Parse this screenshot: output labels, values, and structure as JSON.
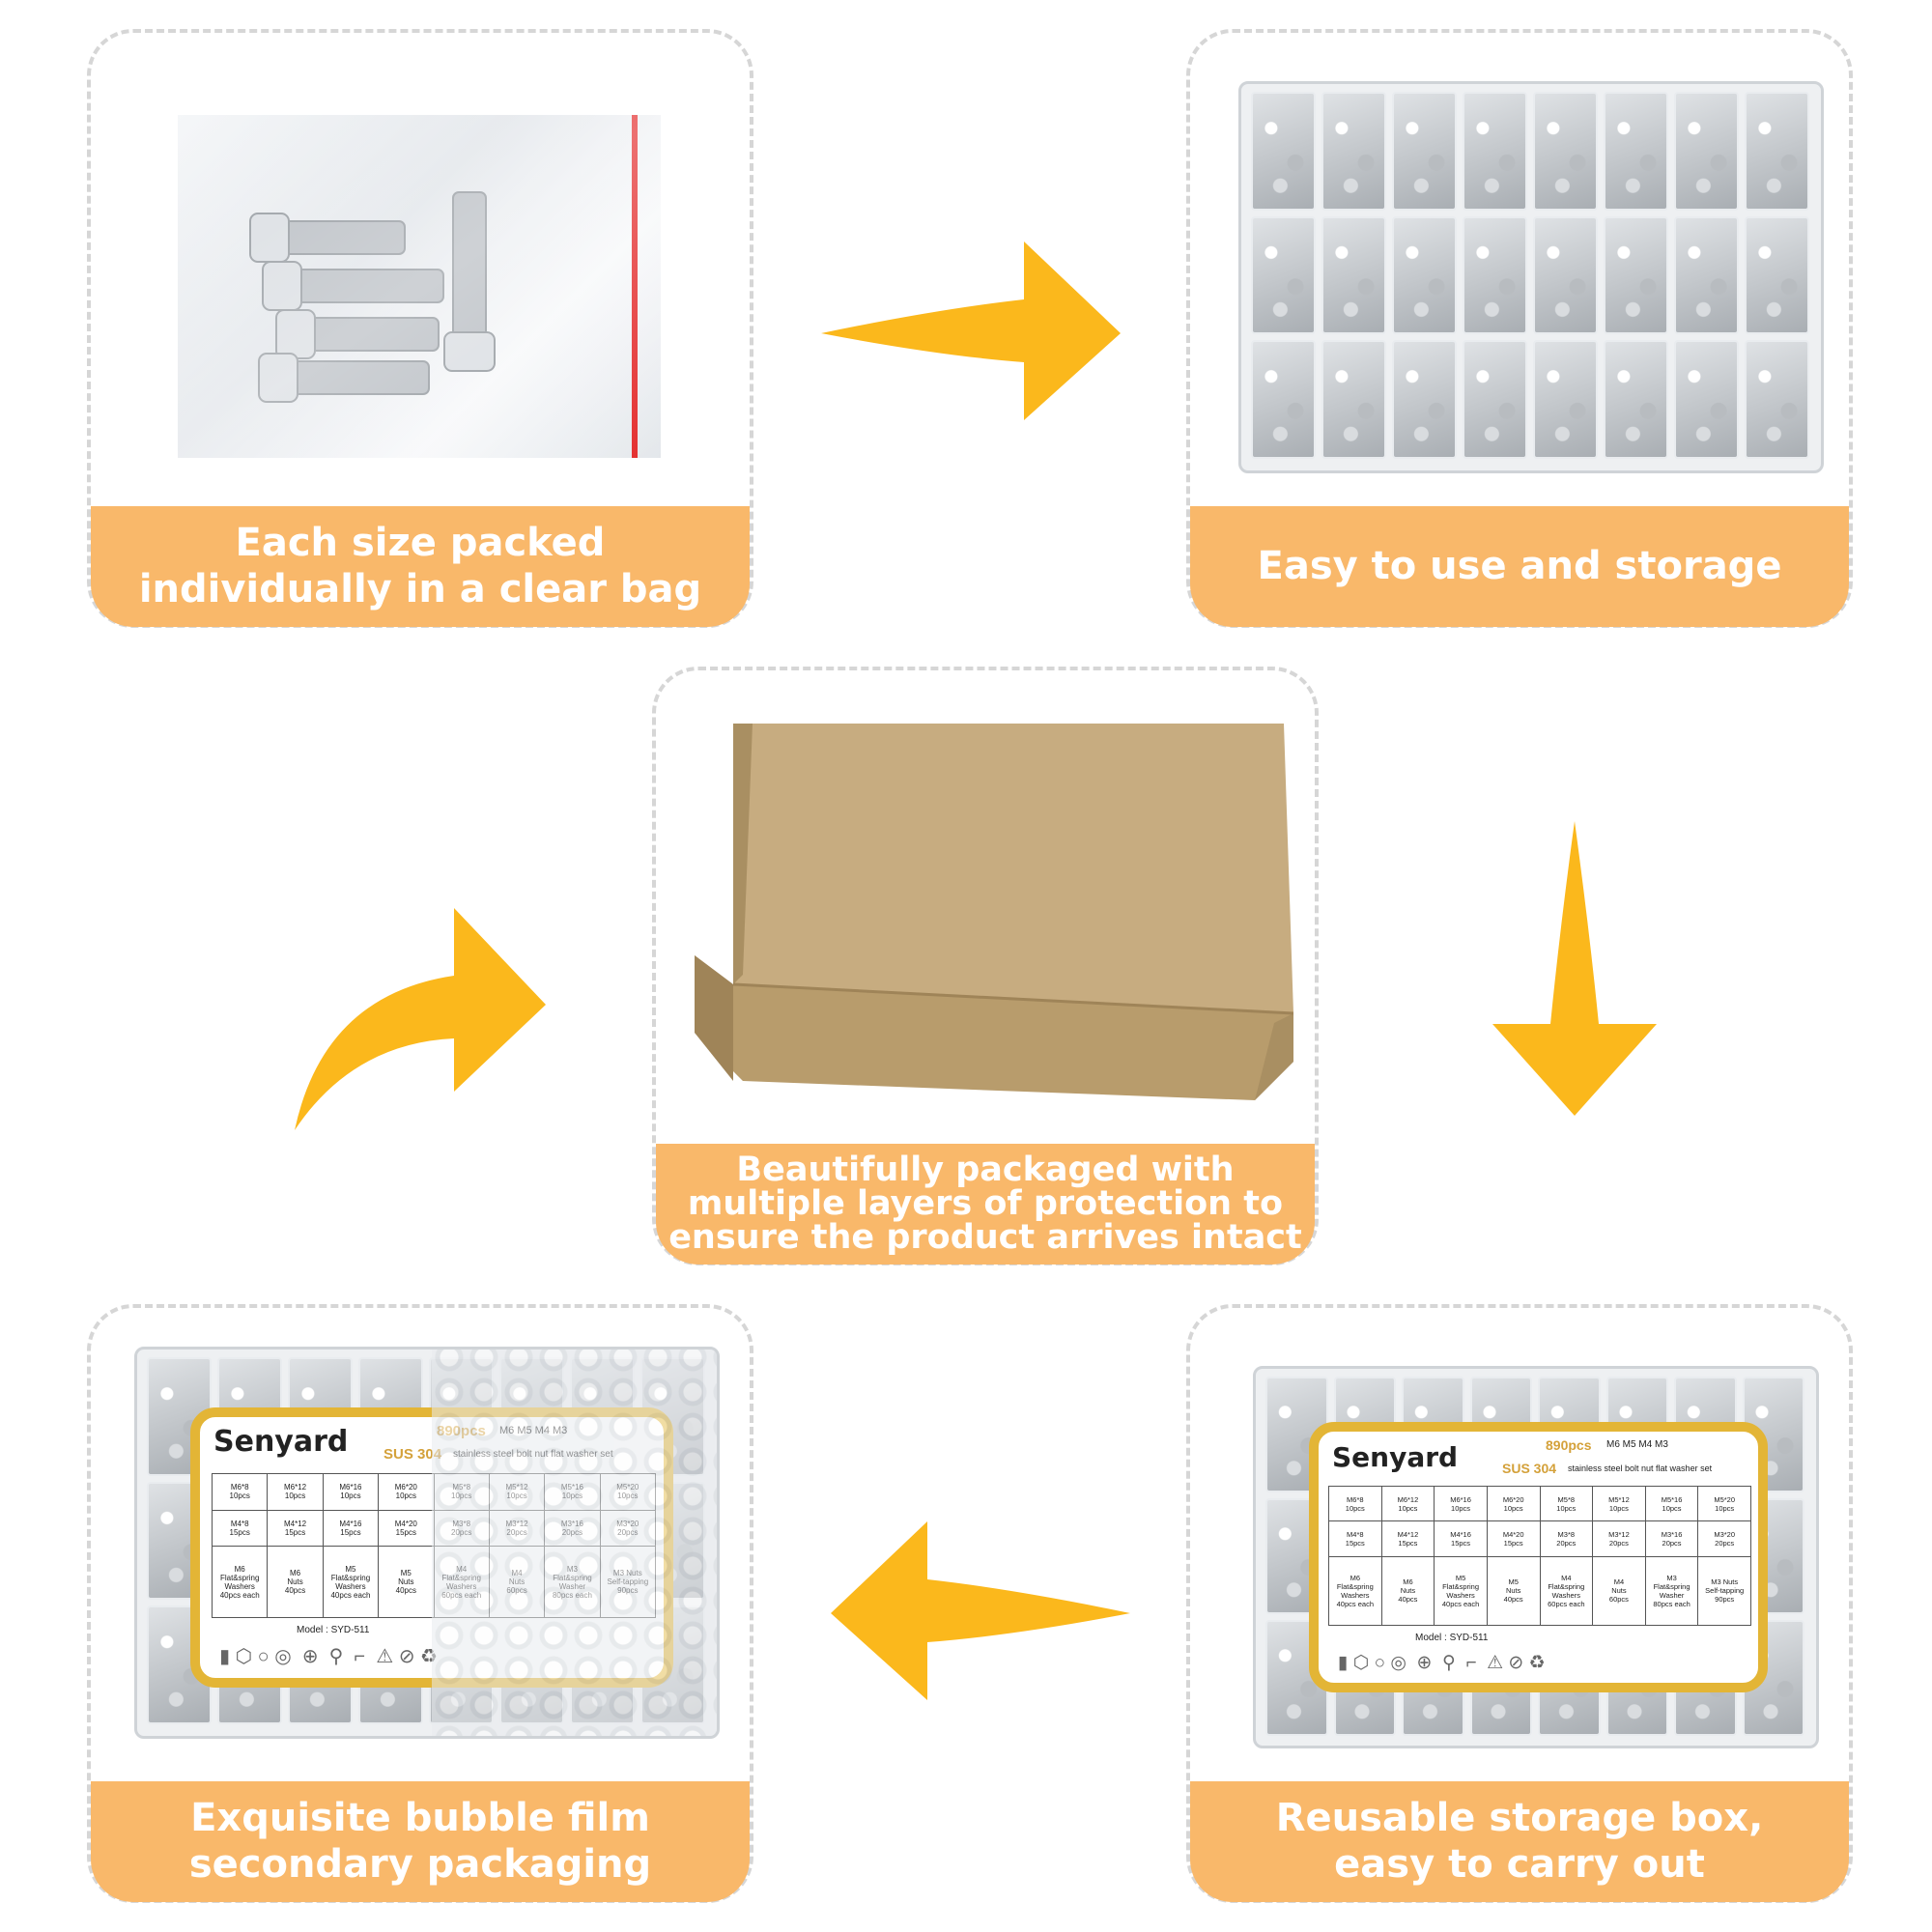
{
  "panels": {
    "clear_bag": {
      "caption": "Each size packed\nindividually in a clear bag"
    },
    "storage": {
      "caption": "Easy to use and storage"
    },
    "packaging": {
      "caption": "Beautifully packaged with\nmultiple layers of protection to\nensure the product arrives intact"
    },
    "bubble": {
      "caption": "Exquisite bubble film\nsecondary packaging"
    },
    "reusable": {
      "caption": "Reusable storage box,\neasy to carry out"
    }
  },
  "product_label": {
    "brand": "Senyard",
    "count": "890pcs",
    "sizes": "M6 M5 M4 M3",
    "material": "SUS 304",
    "description": "stainless steel bolt nut flat washer set",
    "model": "Model : SYD-511",
    "table": [
      [
        "M6*8\n10pcs",
        "M6*12\n10pcs",
        "M6*16\n10pcs",
        "M6*20\n10pcs",
        "M5*8\n10pcs",
        "M5*12\n10pcs",
        "M5*16\n10pcs",
        "M5*20\n10pcs"
      ],
      [
        "M4*8\n15pcs",
        "M4*12\n15pcs",
        "M4*16\n15pcs",
        "M4*20\n15pcs",
        "M3*8\n20pcs",
        "M3*12\n20pcs",
        "M3*16\n20pcs",
        "M3*20\n20pcs"
      ],
      [
        "M6\nFlat&spring Washers\n40pcs each",
        "M6\nNuts\n40pcs",
        "M5\nFlat&spring Washers\n40pcs each",
        "M5\nNuts\n40pcs",
        "M4\nFlat&spring Washers\n60pcs each",
        "M4\nNuts\n60pcs",
        "M3\nFlat&spring Washer\n80pcs each",
        "M3 Nuts\nSelf-tapping\n90pcs"
      ]
    ]
  },
  "colors": {
    "banner": "#f9b86a",
    "arrow": "#fbb81c",
    "card_border": "#d6d6d6",
    "label_frame": "#e3b536",
    "cardboard": "#c2a77a"
  },
  "icons": [
    "arrow-right-icon",
    "arrow-down-icon",
    "arrow-left-icon",
    "arrow-curved-icon"
  ]
}
